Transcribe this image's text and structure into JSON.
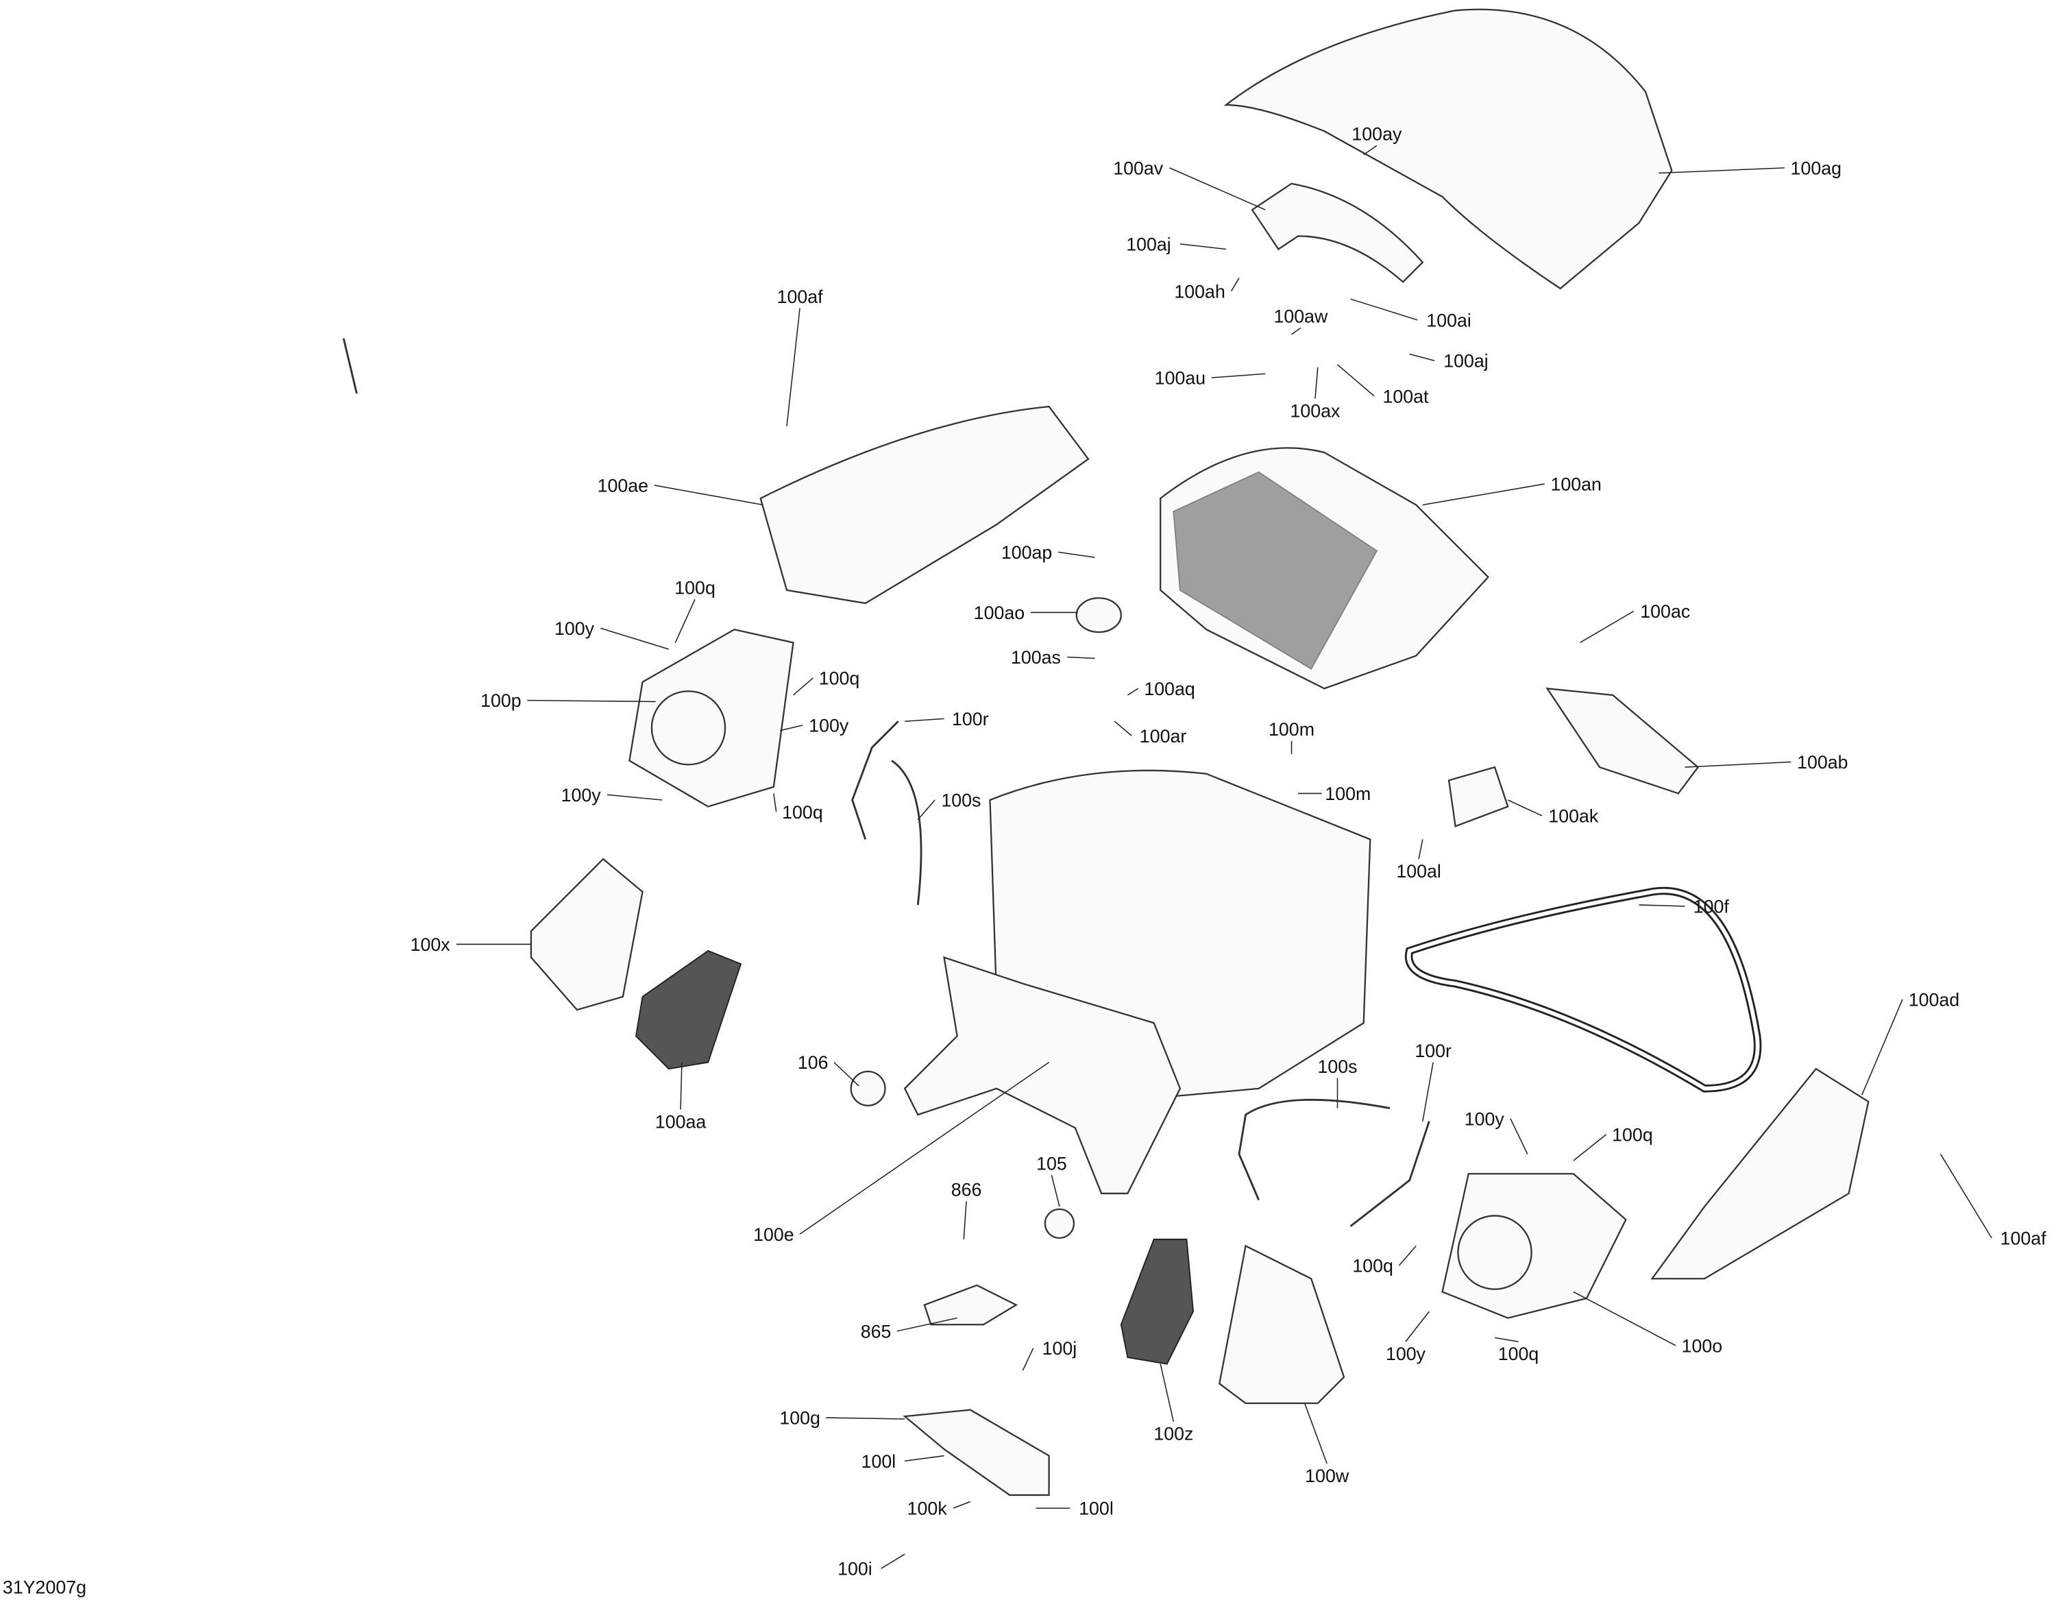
{
  "diagram": {
    "reference_code": "31Y2007g",
    "labels": [
      "100ag",
      "100ay",
      "100av",
      "100aj",
      "100ah",
      "100aw",
      "100ai",
      "100aj",
      "100au",
      "100at",
      "100ax",
      "100af",
      "100ae",
      "100an",
      "100ap",
      "100ao",
      "100ac",
      "100as",
      "100aq",
      "100q",
      "100y",
      "100q",
      "100p",
      "100y",
      "100r",
      "100ar",
      "100m",
      "100m",
      "100ab",
      "100y",
      "100q",
      "100s",
      "100ak",
      "100al",
      "100f",
      "100x",
      "100ad",
      "106",
      "100aa",
      "100s",
      "100r",
      "100y",
      "100q",
      "105",
      "866",
      "100e",
      "100af",
      "100q",
      "865",
      "100y",
      "100q",
      "100o",
      "100j",
      "100g",
      "100l",
      "100z",
      "100w",
      "100k",
      "100l",
      "100i"
    ]
  }
}
